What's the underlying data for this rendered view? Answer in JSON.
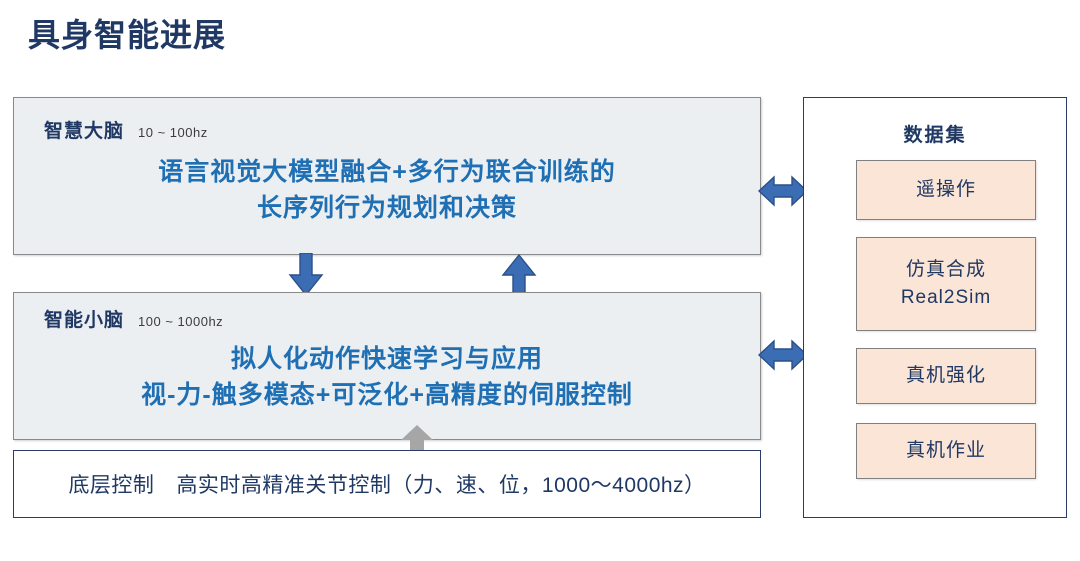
{
  "page": {
    "title": "具身智能进展",
    "title_color": "#1f3864",
    "accent_blue": "#1f6fb4",
    "arrow_blue": "#3b6db5",
    "arrow_gray": "#a6a6a6",
    "dataset_item_fill": "#fbe5d6"
  },
  "brain_high": {
    "label": "智慧大脑",
    "rate": "10 ~ 100hz",
    "line1": "语言视觉大模型融合+多行为联合训练的",
    "line2": "长序列行为规划和决策"
  },
  "brain_low": {
    "label": "智能小脑",
    "rate": "100 ~ 1000hz",
    "line1": "拟人化动作快速学习与应用",
    "line2": "视-力-触多模态+可泛化+高精度的伺服控制"
  },
  "bottom": {
    "label": "底层控制",
    "text": "高实时高精准关节控制（力、速、位，1000～4000hz）"
  },
  "dataset": {
    "title": "数据集",
    "items": [
      {
        "lines": [
          "遥操作"
        ]
      },
      {
        "lines": [
          "仿真合成",
          "Real2Sim"
        ]
      },
      {
        "lines": [
          "真机强化"
        ]
      },
      {
        "lines": [
          "真机作业"
        ]
      }
    ]
  },
  "arrows": {
    "down_to_cerebellum": "down-arrow",
    "up_to_brain": "up-arrow",
    "up_from_control": "up-arrow-gray",
    "bidir_top": "double-arrow-horizontal",
    "bidir_bottom": "double-arrow-horizontal"
  }
}
